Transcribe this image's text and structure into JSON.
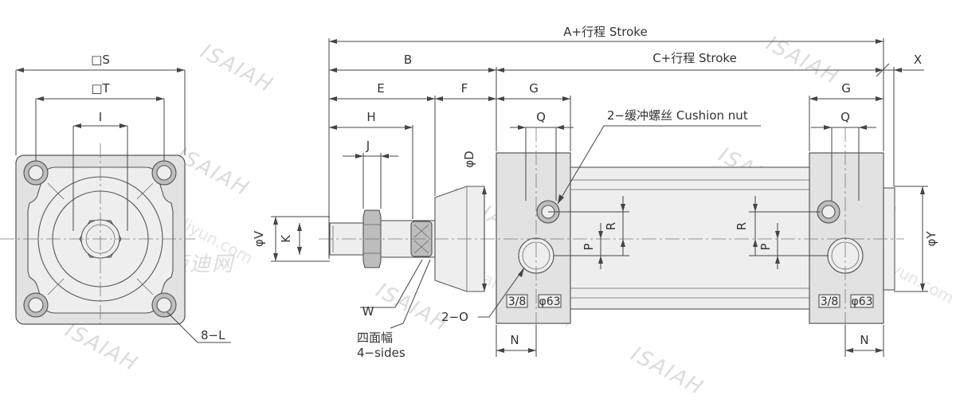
{
  "labels": {
    "S": "□S",
    "T": "□T",
    "I": "I",
    "L": "8−L",
    "A": "A+行程 Stroke",
    "B": "B",
    "C": "C+行程 Stroke",
    "X": "X",
    "E": "E",
    "F": "F",
    "G_left": "G",
    "G_right": "G",
    "H": "H",
    "J": "J",
    "Q_left": "Q",
    "Q_right": "Q",
    "cushion": "2−缓冲螺丝 Cushion nut",
    "D": "φD",
    "V": "φV",
    "K": "K",
    "P_left": "P",
    "R_left": "R",
    "P_right": "P",
    "R_right": "R",
    "Y": "φY",
    "W": "W",
    "sides_cn": "四面幅",
    "sides_en": "4−sides",
    "O": "2−O",
    "N_left": "N",
    "N_right": "N",
    "plate1": "3/8",
    "plate2": "φ63",
    "plate3": "3/8",
    "plate4": "φ63"
  },
  "watermarks": {
    "brand": "ISAIAH",
    "site": "www.maidiyun.com",
    "cn": "迈迪网"
  }
}
